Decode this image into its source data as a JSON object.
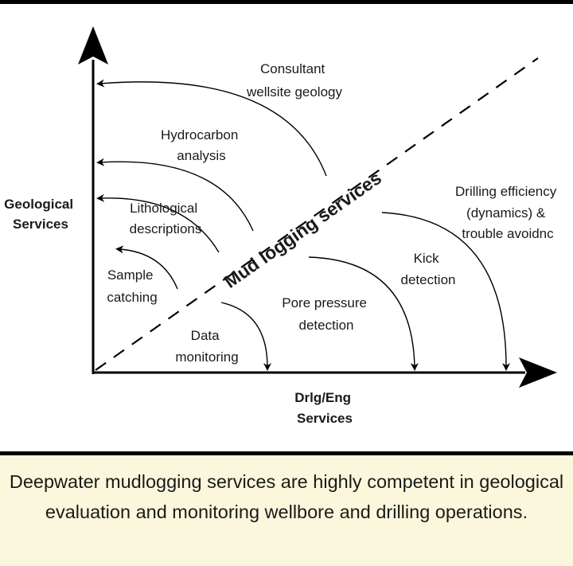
{
  "axes": {
    "y_label": [
      "Geological",
      "Services"
    ],
    "x_label": [
      "Drlg/Eng",
      "Services"
    ]
  },
  "diagonal_label": "Mud logging services",
  "geological_services": [
    {
      "lines": [
        "Consultant",
        "wellsite geology"
      ]
    },
    {
      "lines": [
        "Hydrocarbon",
        "analysis"
      ]
    },
    {
      "lines": [
        "Lithological",
        "descriptions"
      ]
    },
    {
      "lines": [
        "Sample",
        "catching"
      ]
    }
  ],
  "drilling_services": [
    {
      "lines": [
        "Data",
        "monitoring"
      ]
    },
    {
      "lines": [
        "Pore pressure",
        "detection"
      ]
    },
    {
      "lines": [
        "Kick",
        "detection"
      ]
    },
    {
      "lines": [
        "Drilling efficiency",
        "(dynamics) &",
        "trouble avoidnc"
      ]
    }
  ],
  "caption": "Deepwater mudlogging services are highly competent in geological evaluation and monitoring wellbore and drilling operations.",
  "colors": {
    "line": "#000000",
    "text": "#1a1a1a",
    "caption_background": "#fbf7dc"
  }
}
